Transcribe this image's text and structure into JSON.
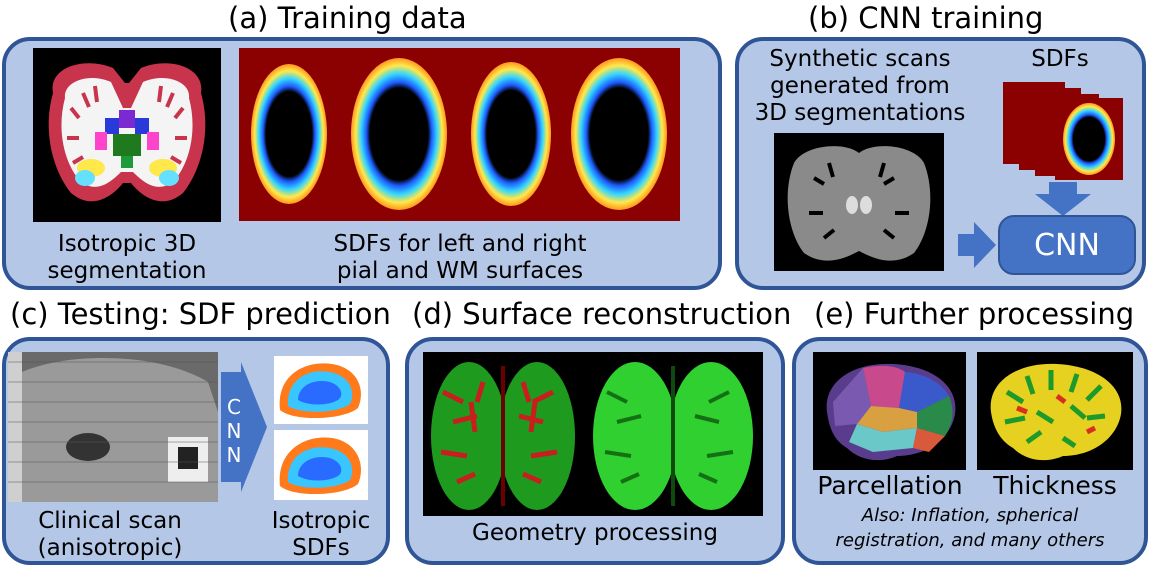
{
  "panels": {
    "a": {
      "title": "(a) Training data",
      "label_left_1": "Isotropic 3D",
      "label_left_2": "segmentation",
      "label_right_1": "SDFs for left and right",
      "label_right_2": "pial and WM surfaces"
    },
    "b": {
      "title": "(b) CNN training",
      "text_1": "Synthetic scans",
      "text_2": "generated from",
      "text_3": "3D segmentations",
      "sdfs": "SDFs",
      "cnn": "CNN"
    },
    "c": {
      "title": "(c) Testing: SDF prediction",
      "label_left_1": "Clinical scan",
      "label_left_2": "(anisotropic)",
      "arrow_text": [
        "C",
        "N",
        "N"
      ],
      "label_right_1": "Isotropic",
      "label_right_2": "SDFs"
    },
    "d": {
      "title": "(d) Surface reconstruction",
      "label": "Geometry processing"
    },
    "e": {
      "title": "(e) Further processing",
      "label_left": "Parcellation",
      "label_right": "Thickness",
      "note_1": "Also: Inflation, spherical",
      "note_2": "registration, and many others"
    }
  },
  "colors": {
    "panel_fill": "#b4c7e7",
    "panel_border": "#2f5597",
    "arrow": "#4472c4",
    "sdf_background": "#8b0000"
  }
}
